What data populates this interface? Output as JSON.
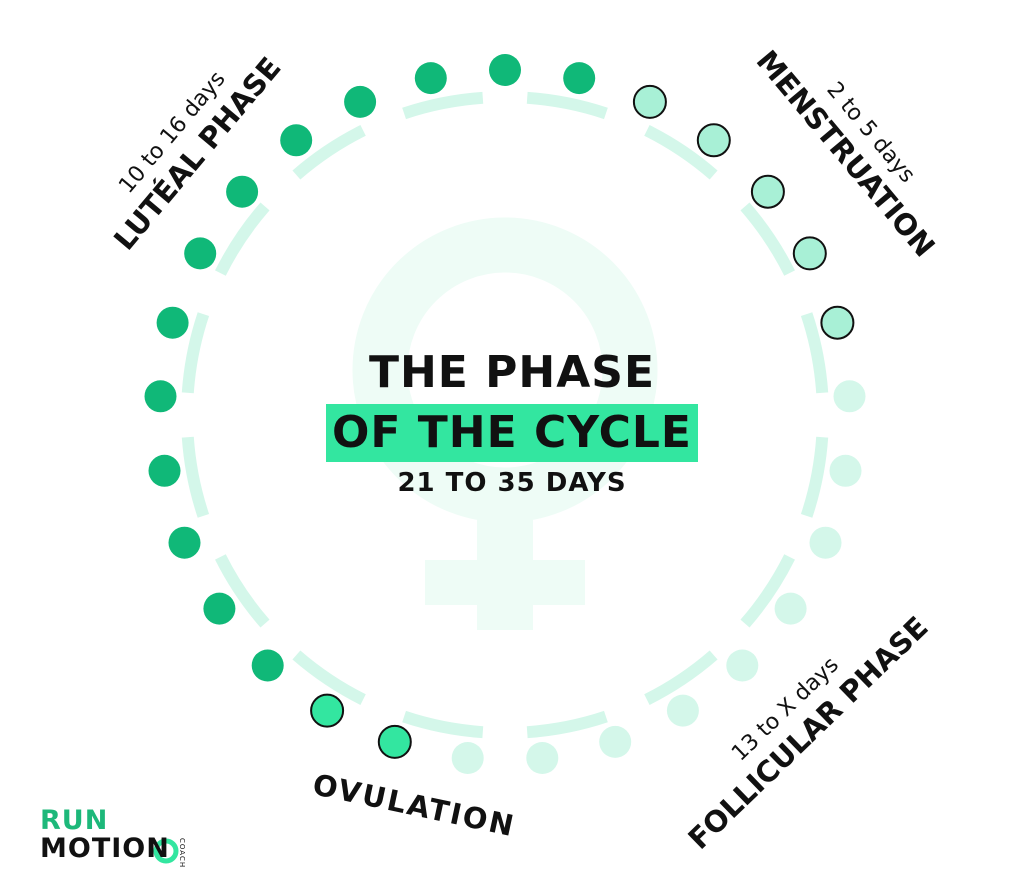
{
  "title": {
    "line1": "THE PHASE",
    "line2": "OF THE CYCLE",
    "line3": "21 TO 35 DAYS"
  },
  "phases": {
    "luteal": {
      "name": "LUTÉAL PHASE",
      "duration": "10 to 16 days"
    },
    "menstruation": {
      "name": "MENSTRUATION",
      "duration": "2 to 5 days"
    },
    "follicular": {
      "name": "FOLLICULAR PHASE",
      "duration": "13 to X days"
    },
    "ovulation": {
      "name": "OVULATION"
    }
  },
  "logo": {
    "run": "RUN",
    "motion": "MOTION",
    "coach": "COACH"
  },
  "colors": {
    "dark_green": "#10b878",
    "light_mint": "#a8f0d6",
    "bright_green": "#33e6a0",
    "pale": "#d4f7ea",
    "faint": "#eefcf6",
    "text": "#111111",
    "outline": "#111111"
  }
}
